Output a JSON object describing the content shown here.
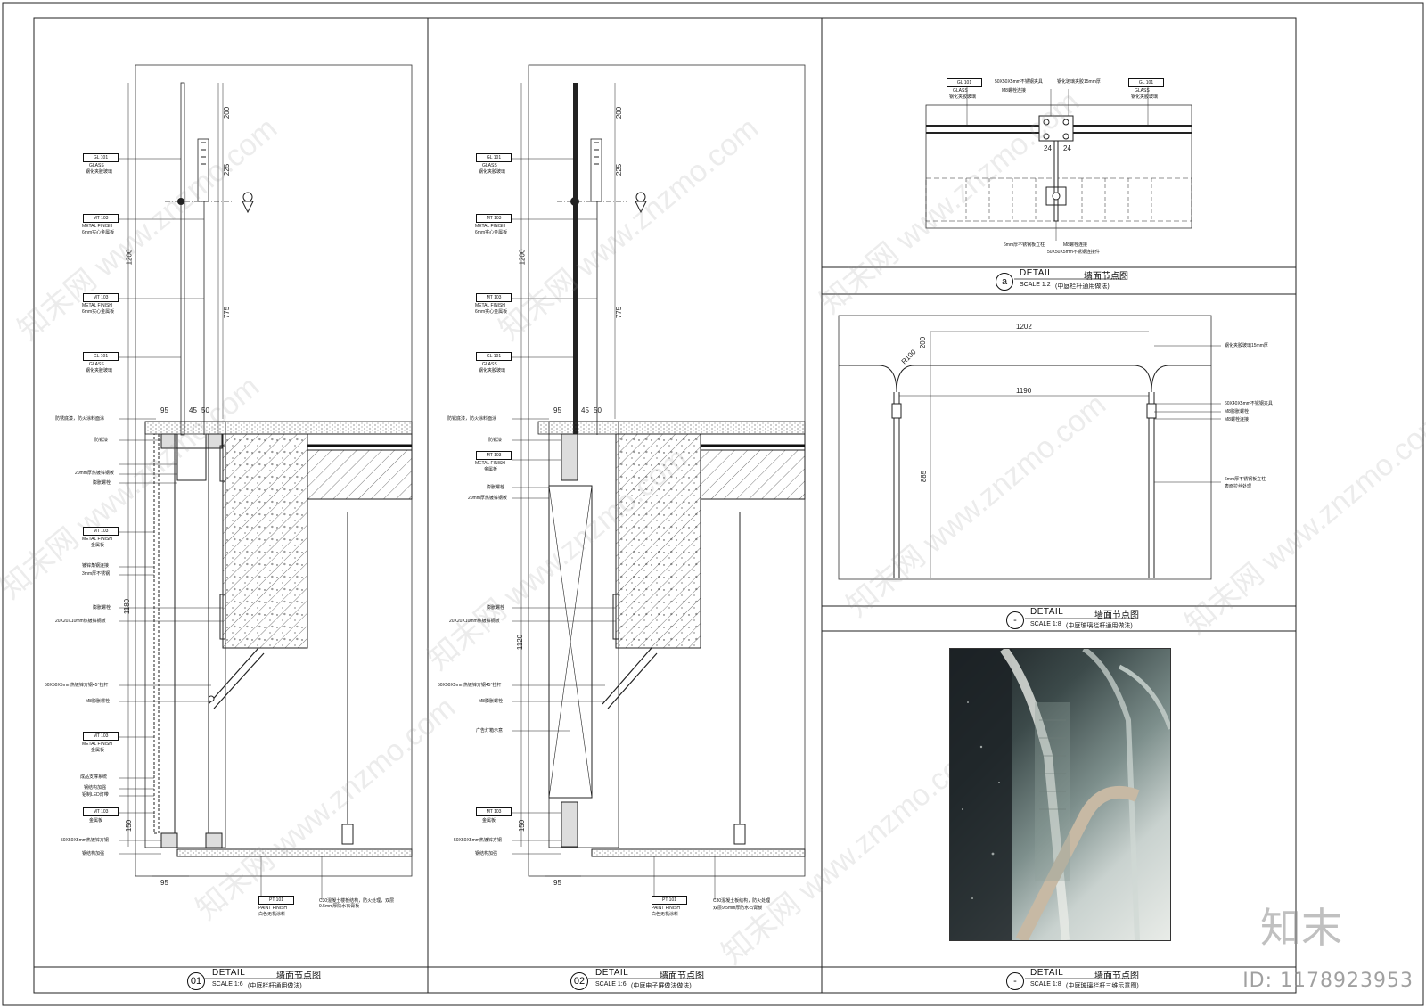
{
  "details": [
    {
      "number": "01",
      "title": "DETAIL",
      "title_cn": "墙面节点图",
      "scale": "SCALE 1:6",
      "note": "(中庭栏杆通用做法)"
    },
    {
      "number": "02",
      "title": "DETAIL",
      "title_cn": "墙面节点图",
      "scale": "SCALE 1:6",
      "note": "(中庭电子屏做法做法)"
    },
    {
      "number": "a",
      "title": "DETAIL",
      "title_cn": "墙面节点图",
      "scale": "SCALE 1:2",
      "note": "(中庭栏杆通用做法)"
    },
    {
      "number": "-",
      "title": "DETAIL",
      "title_cn": "墙面节点图",
      "scale": "SCALE 1:8",
      "note": "(中庭玻璃栏杆通用做法)"
    },
    {
      "number": "-",
      "title": "DETAIL",
      "title_cn": "墙面节点图",
      "scale": "SCALE 1:8",
      "note": "(中庭玻璃栏杆三维示意图)"
    }
  ],
  "tags": {
    "glass": "GL 101",
    "glass_en": "GLASS",
    "glass_cn": "钢化夹胶玻璃",
    "metal": "MT 103",
    "metal_en": "METAL FINISH",
    "metal_cn": "6mm实心金属板",
    "metal_cn2": "金属板",
    "paint": "PT 101",
    "paint_en": "PAINT FINISH",
    "paint_cn": "白色无机涂料"
  },
  "dimensions": {
    "d200": "200",
    "d225": "225",
    "d1200": "1200",
    "d775": "775",
    "d95": "95",
    "d45": "45",
    "d50": "50",
    "d1180": "1180",
    "d1120": "1120",
    "d150": "150",
    "d1202": "1202",
    "d1190": "1190",
    "d885": "885",
    "d24": "24",
    "r100": "R100"
  },
  "notes_left": [
    "防锈底漆，防火涂料面涂",
    "防锈漆",
    "20mm厚热镀锌钢板",
    "膨胀螺栓",
    "金属板",
    "镀锌角钢连接",
    "3mm厚不锈钢",
    "膨胀螺栓",
    "20X20X10mm热镀锌钢板",
    "50X50X5mm热镀锌方钢45°拉杆",
    "M8膨胀螺栓",
    "成品支撑系统",
    "钢结构加强",
    "铝制LED灯带",
    "50X50X5mm热镀锌方钢",
    "钢结构加强"
  ],
  "notes_mid": [
    "广告灯箱示意",
    "C30混凝土板结构，防火处理",
    "双层9.5mm厚防水石膏板"
  ],
  "notes_bottom": "C30混凝土楼板结构，防火处理，双层9.5mm厚防水石膏板",
  "notes_right": [
    "钢化夹胶玻璃15mm厚",
    "60X40X5mm不锈钢夹具",
    "M8膨胀螺栓",
    "M8螺栓连接",
    "6mm厚不锈钢板立柱",
    "表面拉丝处理"
  ],
  "notes_a": [
    "50X50X5mm不锈钢夹具",
    "钢化玻璃夹胶15mm厚",
    "M8螺栓连接",
    "6mm厚不锈钢板立柱",
    "M8螺栓连接",
    "50X50X5mm不锈钢连接件"
  ],
  "watermark": "知末网 www.znzmo.com",
  "brand": "知末",
  "image_id": "ID: 1178923953"
}
